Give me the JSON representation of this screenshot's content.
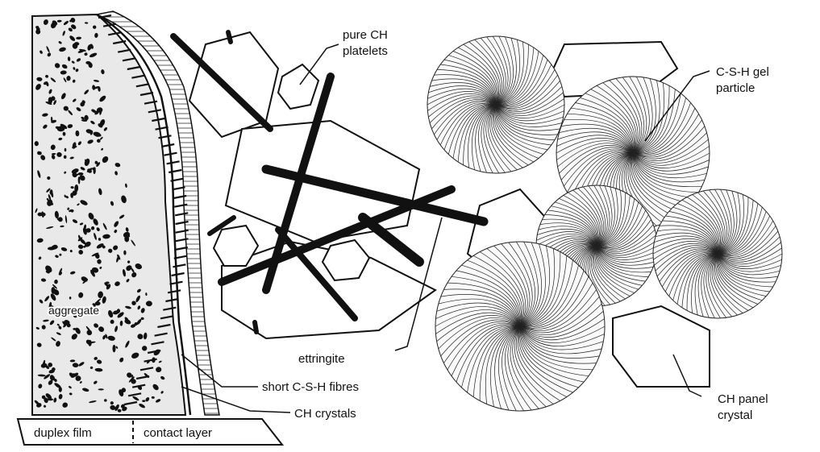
{
  "labels": {
    "pure_ch": [
      "pure CH",
      "platelets"
    ],
    "csh_gel": [
      "C-S-H gel",
      "particle"
    ],
    "aggregate": "aggregate",
    "ettringite": "ettringite",
    "short_csh": "short C-S-H fibres",
    "ch_crystals": "CH crystals",
    "ch_panel": [
      "CH panel",
      "crystal"
    ],
    "duplex_film": "duplex film",
    "contact_layer": "contact layer"
  },
  "colors": {
    "ink": "#111111",
    "background": "#ffffff",
    "aggregate_fill": "#e9e9e9"
  }
}
